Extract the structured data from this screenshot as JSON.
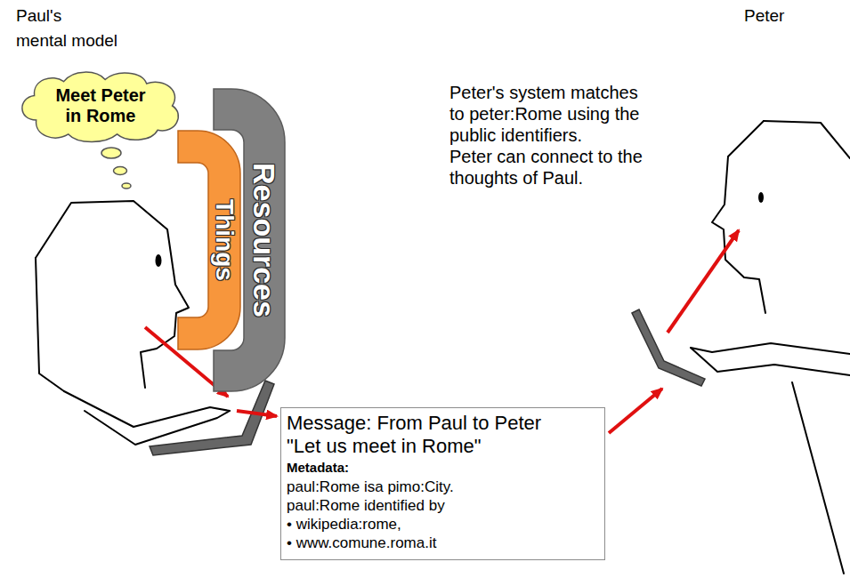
{
  "diagram": {
    "nodes": [
      {
        "text": [
          "Meet Peter in Rome"
        ]
      },
      {
        "text": [
          "Resources"
        ]
      },
      {
        "text": [
          "Things"
        ]
      },
      {
        "text": [
          "Message: From Paul to Peter",
          "\"Let us meet in Rome\"",
          "Metadata:",
          "paul:Rome isa pimo:City.",
          "paul:Rome identified by",
          "• wikipedia:rome,",
          "• www.comune.roma.it"
        ]
      }
    ],
    "labels": [
      "Paul's mental model",
      "Peter",
      "Peter's system matches to peter:Rome using the public identifiers.",
      "Peter can connect to the thoughts of Paul."
    ]
  }
}
